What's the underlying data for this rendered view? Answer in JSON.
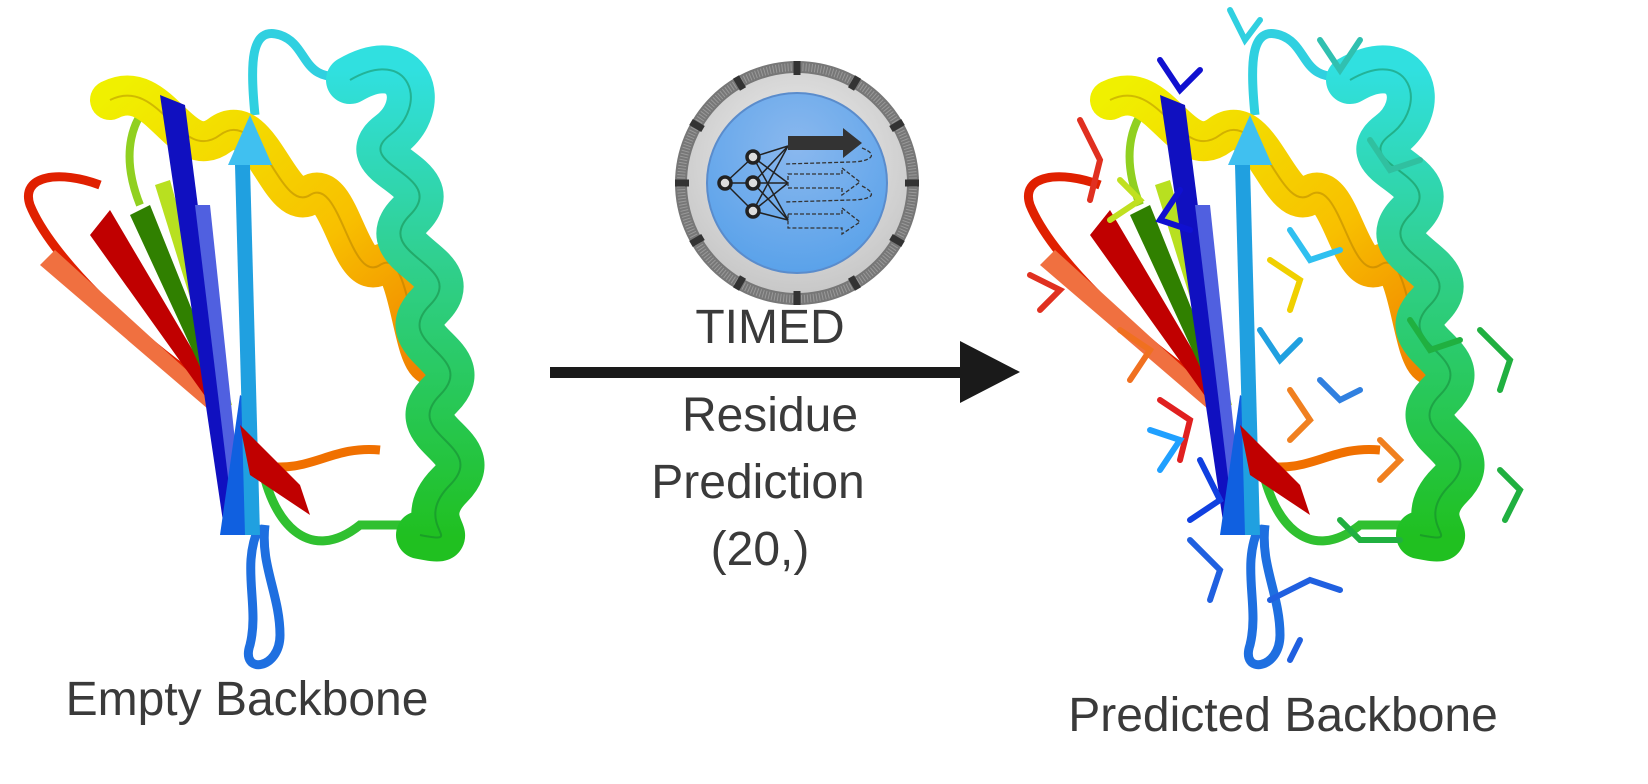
{
  "left_caption": "Empty Backbone",
  "right_caption": "Predicted Backbone",
  "center": {
    "model_name": "TIMED",
    "line1": "Residue",
    "line2": "Prediction",
    "line3": "(20,)",
    "icon": "neural-network-clock-icon"
  },
  "colors": {
    "text": "#3a3a3a",
    "arrow": "#1a1a1a",
    "icon_blue": "#6aaaea",
    "rainbow": [
      "#0000d0",
      "#1e7fe8",
      "#30c8f0",
      "#20d8c0",
      "#20c040",
      "#90d020",
      "#f0f000",
      "#f8b000",
      "#f06000",
      "#e00000"
    ]
  }
}
